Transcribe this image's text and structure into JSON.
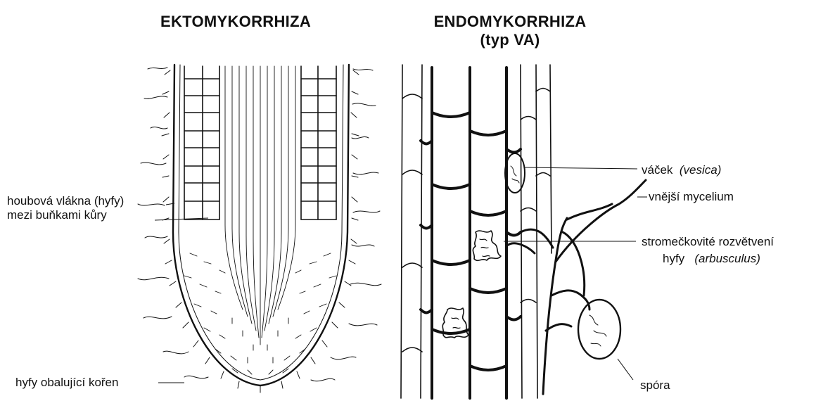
{
  "titles": {
    "ecto": "EKTOMYKORRHIZA",
    "endo_line1": "ENDOMYKORRHIZA",
    "endo_line2": "(typ VA)"
  },
  "labels": {
    "hyphae_line1": "houbová vlákna (hyfy)",
    "hyphae_line2": "mezi buňkami kůry",
    "mantle": "hyfy obalující kořen",
    "vesicle": "váček",
    "vesicle_latin": "(vesica)",
    "external_mycelium": "vnější mycelium",
    "arbuscule_line1": "stromečkovité rozvětvení",
    "arbuscule_line2": "hyfy",
    "arbuscule_latin": "(arbusculus)",
    "spore": "spóra"
  }
}
